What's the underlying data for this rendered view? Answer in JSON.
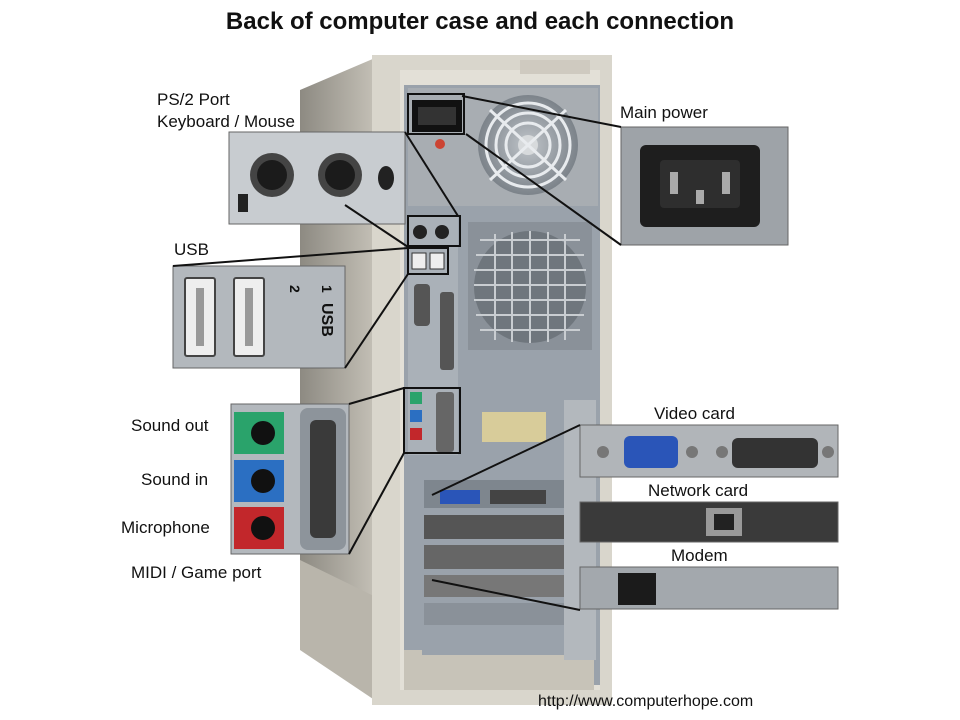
{
  "title": "Back of computer case and each connection",
  "labels": {
    "ps2_line1": "PS/2 Port",
    "ps2_line2": "Keyboard / Mouse",
    "main_power": "Main power",
    "usb": "USB",
    "sound_out": "Sound out",
    "sound_in": "Sound in",
    "microphone": "Microphone",
    "midi_game": "MIDI / Game port",
    "video_card": "Video card",
    "network_card": "Network card",
    "modem": "Modem"
  },
  "usb_panel": {
    "port1": "1",
    "port2": "2",
    "usb_text": "USB"
  },
  "source_url": "http://www.computerhope.com",
  "colors": {
    "case_body": "#d9d6cc",
    "case_back": "#9aa2ab",
    "sound_out": "#2aa36b",
    "sound_in": "#2b6fc2",
    "microphone": "#c2272b",
    "vga_blue": "#2a55b8"
  }
}
